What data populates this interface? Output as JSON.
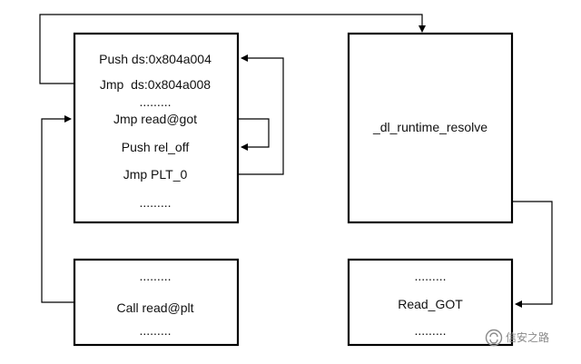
{
  "plt_box": {
    "lines": [
      "Push ds:0x804a004",
      "Jmp  ds:0x804a008",
      ".........",
      "Jmp read@got",
      "Push rel_off",
      "Jmp PLT_0",
      "........."
    ]
  },
  "resolver_box": {
    "label": "_dl_runtime_resolve"
  },
  "caller_box": {
    "lines": [
      ".........",
      "Call read@plt",
      "........."
    ]
  },
  "got_box": {
    "lines": [
      ".........",
      "Read_GOT",
      "........."
    ]
  },
  "watermark": {
    "text": "信安之路",
    "icon": "wechat-channel-icon"
  },
  "colors": {
    "line": "#000000",
    "text": "#111111",
    "watermark": "#8a8a8a"
  }
}
